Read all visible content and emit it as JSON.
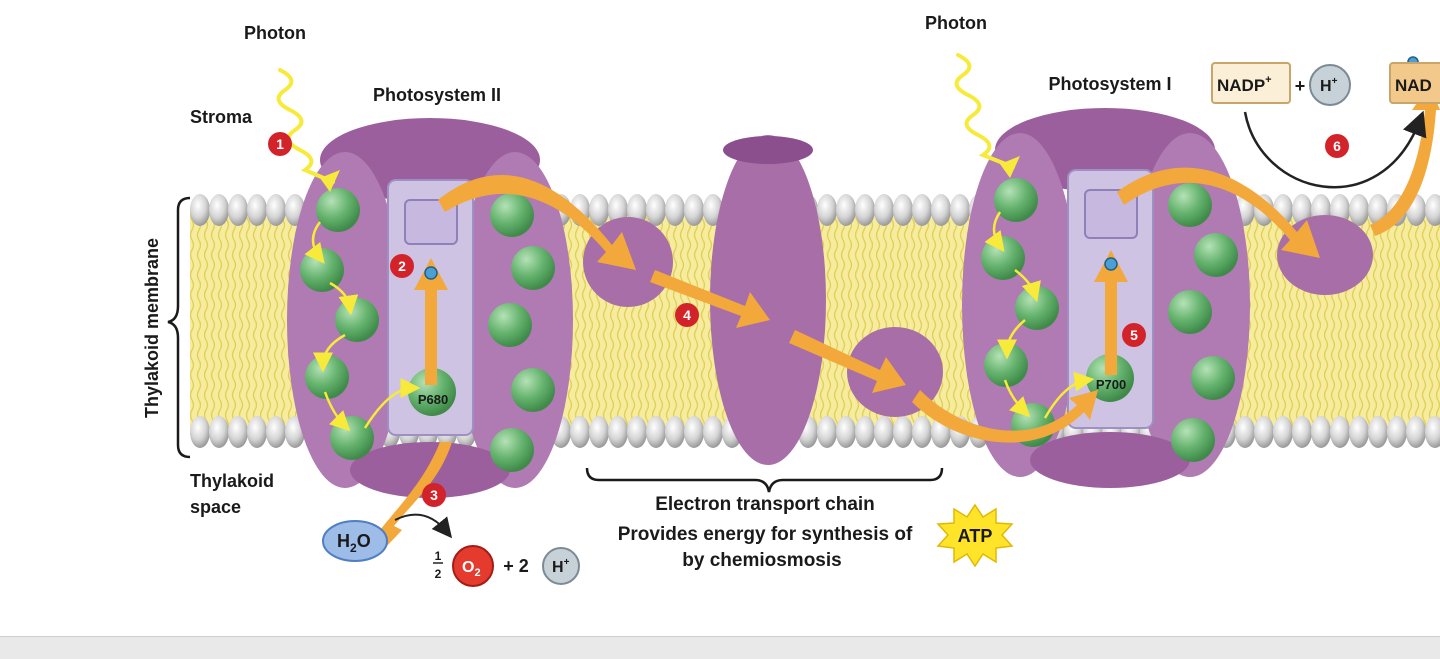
{
  "labels": {
    "photon_left": "Photon",
    "photon_right": "Photon",
    "stroma": "Stroma",
    "photosystem_ii": "Photosystem II",
    "photosystem_i": "Photosystem I",
    "thylakoid_membrane": "Thylakoid membrane",
    "thylakoid_space_1": "Thylakoid",
    "thylakoid_space_2": "space",
    "p680": "P680",
    "p700": "P700",
    "h2o_h": "H",
    "h2o_sub": "2",
    "h2o_o": "O",
    "half_num": "1",
    "half_den": "2",
    "o2_o": "O",
    "o2_sub": "2",
    "plus_two": "+ 2",
    "h_ion": "H",
    "h_sup": "+",
    "etc_title": "Electron transport chain",
    "energy_line1": "Provides energy for synthesis of",
    "energy_line2": "by chemiosmosis",
    "atp": "ATP",
    "nadp": "NADP",
    "nadp_sup": "+",
    "plus": "+",
    "nad_partial": "NAD"
  },
  "steps": [
    "1",
    "2",
    "3",
    "4",
    "5",
    "6"
  ],
  "colors": {
    "protein": "#a86ea8",
    "protein_light": "#c08bc1",
    "protein_dark": "#8a4f8c",
    "core": "#cbbfe0",
    "chlorophyll": "#6fb87a",
    "arrow": "#f2a83a",
    "head": "#cfcfcf",
    "tail": "#f3e38a",
    "step_badge": "#d2232a",
    "photon": "#f7ea3a",
    "water": "#8fb4e4",
    "oxygen": "#e53b2e",
    "hydrogen": "#b7c3cc",
    "atp_star": "#ffe42a",
    "nadp_box": "#f7e6c8",
    "footer": "#e9e9ea"
  }
}
